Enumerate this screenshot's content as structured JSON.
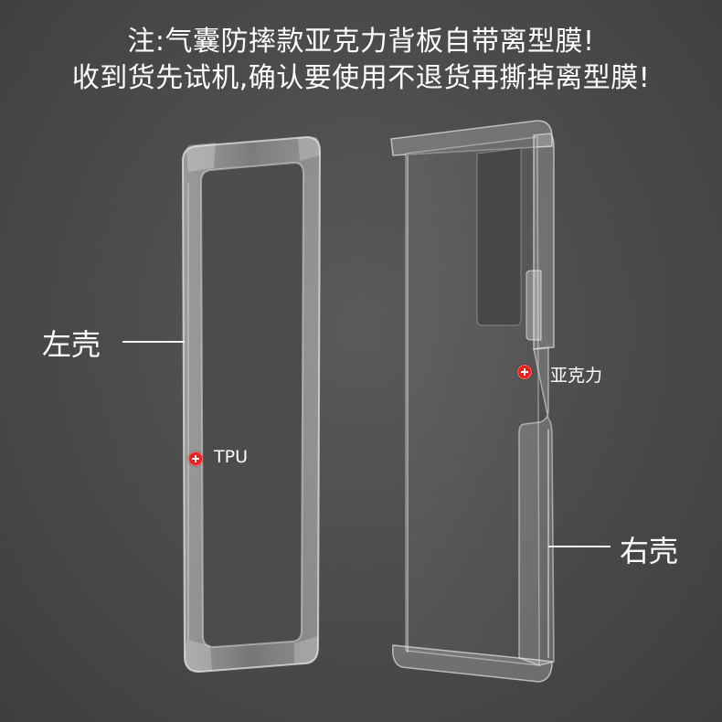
{
  "notice": {
    "line1": "注:气囊防摔款亚克力背板自带离型膜!",
    "line2": "收到货先试机,确认要使用不退货再撕掉离型膜!"
  },
  "parts": {
    "left_shell": "左壳",
    "right_shell": "右壳"
  },
  "materials": {
    "left": "TPU",
    "right": "亚克力"
  },
  "colors": {
    "background": "#4a4a4a",
    "marker": "#e82020",
    "text": "#ffffff"
  }
}
